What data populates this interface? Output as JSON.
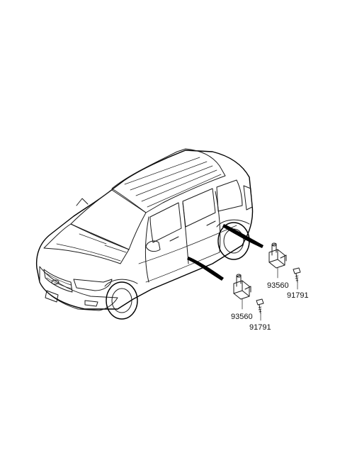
{
  "diagram": {
    "subject": "vehicle-door-switch-parts",
    "callouts": [
      {
        "id": "switch-rear",
        "part_number": "93560"
      },
      {
        "id": "screw-rear",
        "part_number": "91791"
      },
      {
        "id": "switch-front",
        "part_number": "93560"
      },
      {
        "id": "screw-front",
        "part_number": "91791"
      }
    ]
  }
}
